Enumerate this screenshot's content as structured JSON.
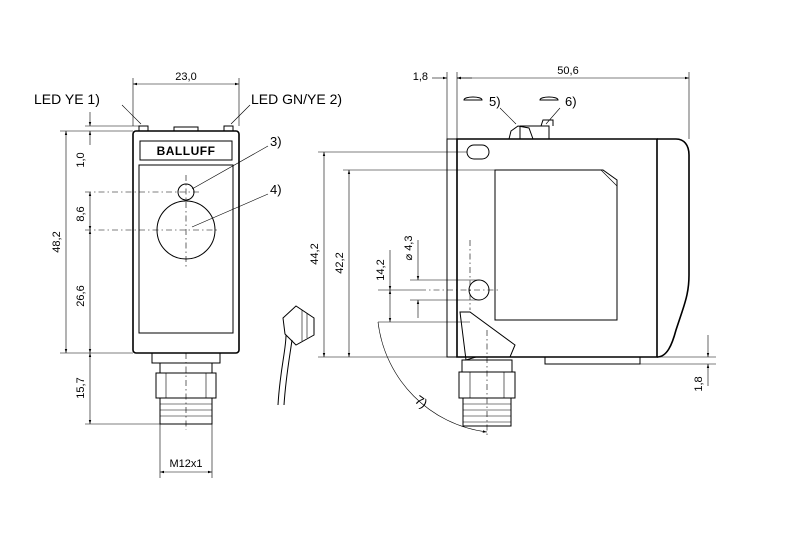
{
  "labels": {
    "led_ye": "LED YE 1)",
    "led_gnye": "LED GN/YE 2)",
    "brand": "BALLUFF",
    "callout_3": "3)",
    "callout_4": "4)",
    "callout_5": "5)",
    "callout_6": "6)",
    "callout_7": "7)"
  },
  "dimensions": {
    "width_front": "23,0",
    "top_offset": "1,0",
    "total_height": "48,2",
    "led_spacing": "8,6",
    "lower_spacing": "26,6",
    "connector_length": "15,7",
    "thread": "M12x1",
    "side_offset": "1,8",
    "depth": "50,6",
    "height_side_1": "44,2",
    "height_side_2": "42,2",
    "hole_distance": "14,2",
    "hole_diameter": "⌀ 4,3",
    "bottom_offset": "1,8"
  }
}
